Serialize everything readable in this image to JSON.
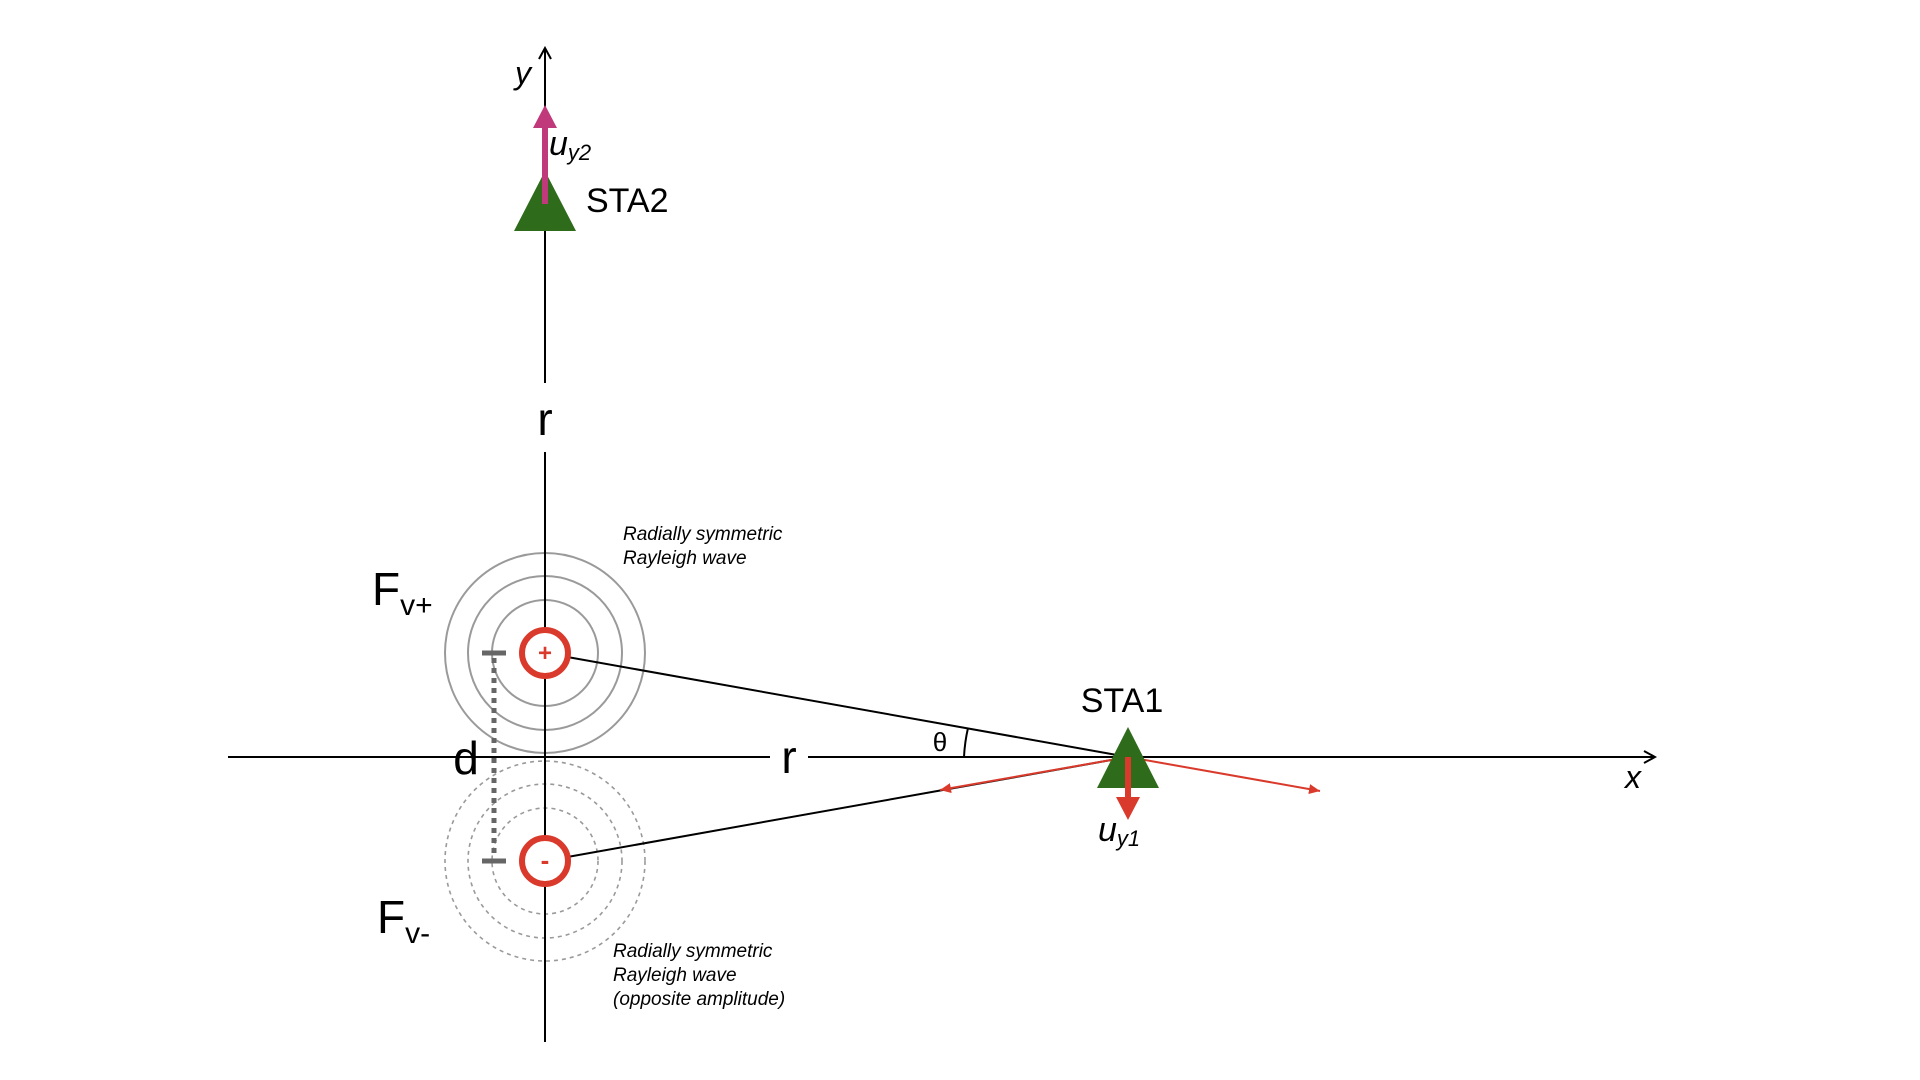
{
  "axes": {
    "x_label": "x",
    "y_label": "y"
  },
  "distance_labels": {
    "r_vertical": "r",
    "r_horizontal": "r",
    "d": "d"
  },
  "angle_label": "θ",
  "sources": {
    "positive": {
      "label_main": "F",
      "label_sub": "v+",
      "symbol": "+",
      "note_line1": "Radially symmetric",
      "note_line2": "Rayleigh wave"
    },
    "negative": {
      "label_main": "F",
      "label_sub": "v-",
      "symbol": "-",
      "note_line1": "Radially symmetric",
      "note_line2": "Rayleigh wave",
      "note_line3": "(opposite amplitude)"
    }
  },
  "stations": {
    "sta1": {
      "name": "STA1",
      "disp_main": "u",
      "disp_sub": "y1",
      "icon": "triangle-station-icon"
    },
    "sta2": {
      "name": "STA2",
      "disp_main": "u",
      "disp_sub": "y2",
      "icon": "triangle-station-icon"
    }
  },
  "colors": {
    "station": "#2e6b1a",
    "source_ring": "#d93a2b",
    "uy1_arrow": "#d93a2b",
    "uy2_arrow": "#c0397a",
    "wave_rings": "#9a9a9a",
    "d_marker": "#666666",
    "axis": "#000000"
  }
}
